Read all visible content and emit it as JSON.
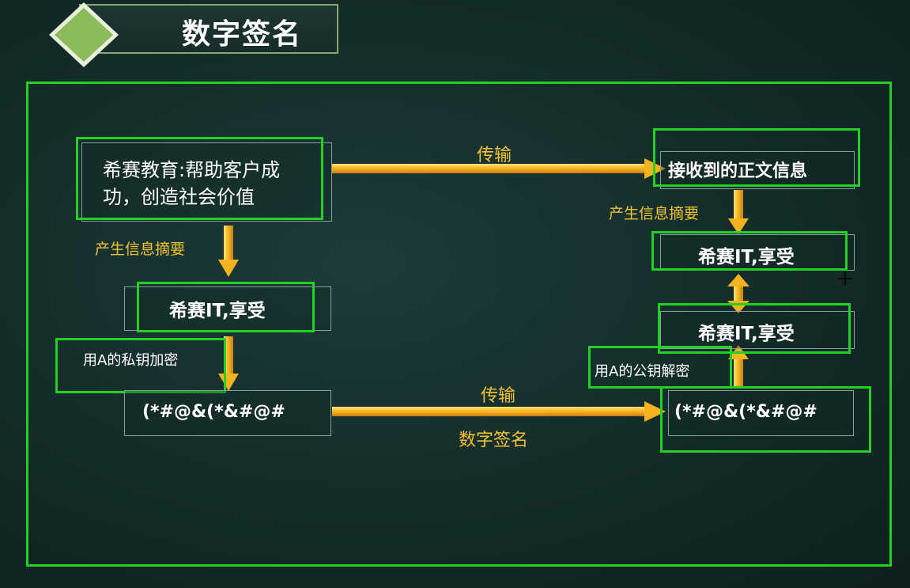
{
  "title": "数字签名",
  "colors": {
    "highlight": "#24d024",
    "arrow": "#f2b020",
    "label": "#f2c230",
    "title_border": "#8aa66a"
  },
  "sender": {
    "message": [
      "希赛教育:帮助客户成",
      "功，创造社会价值"
    ],
    "digest_label": "产生信息摘要",
    "digest": "希赛IT,享受",
    "encrypt_label": "用A的私钥加密",
    "signature": "(*#@&(*&#@#"
  },
  "transfer": {
    "top_label": "传输",
    "bottom_label": "传输",
    "bottom_sublabel": "数字签名"
  },
  "receiver": {
    "message": "接收到的正文信息",
    "digest_label": "产生信息摘要",
    "digest_computed": "希赛IT,享受",
    "digest_decrypted": "希赛IT,享受",
    "decrypt_label": "用A的公钥解密",
    "signature": "(*#@&(*&#@#"
  }
}
